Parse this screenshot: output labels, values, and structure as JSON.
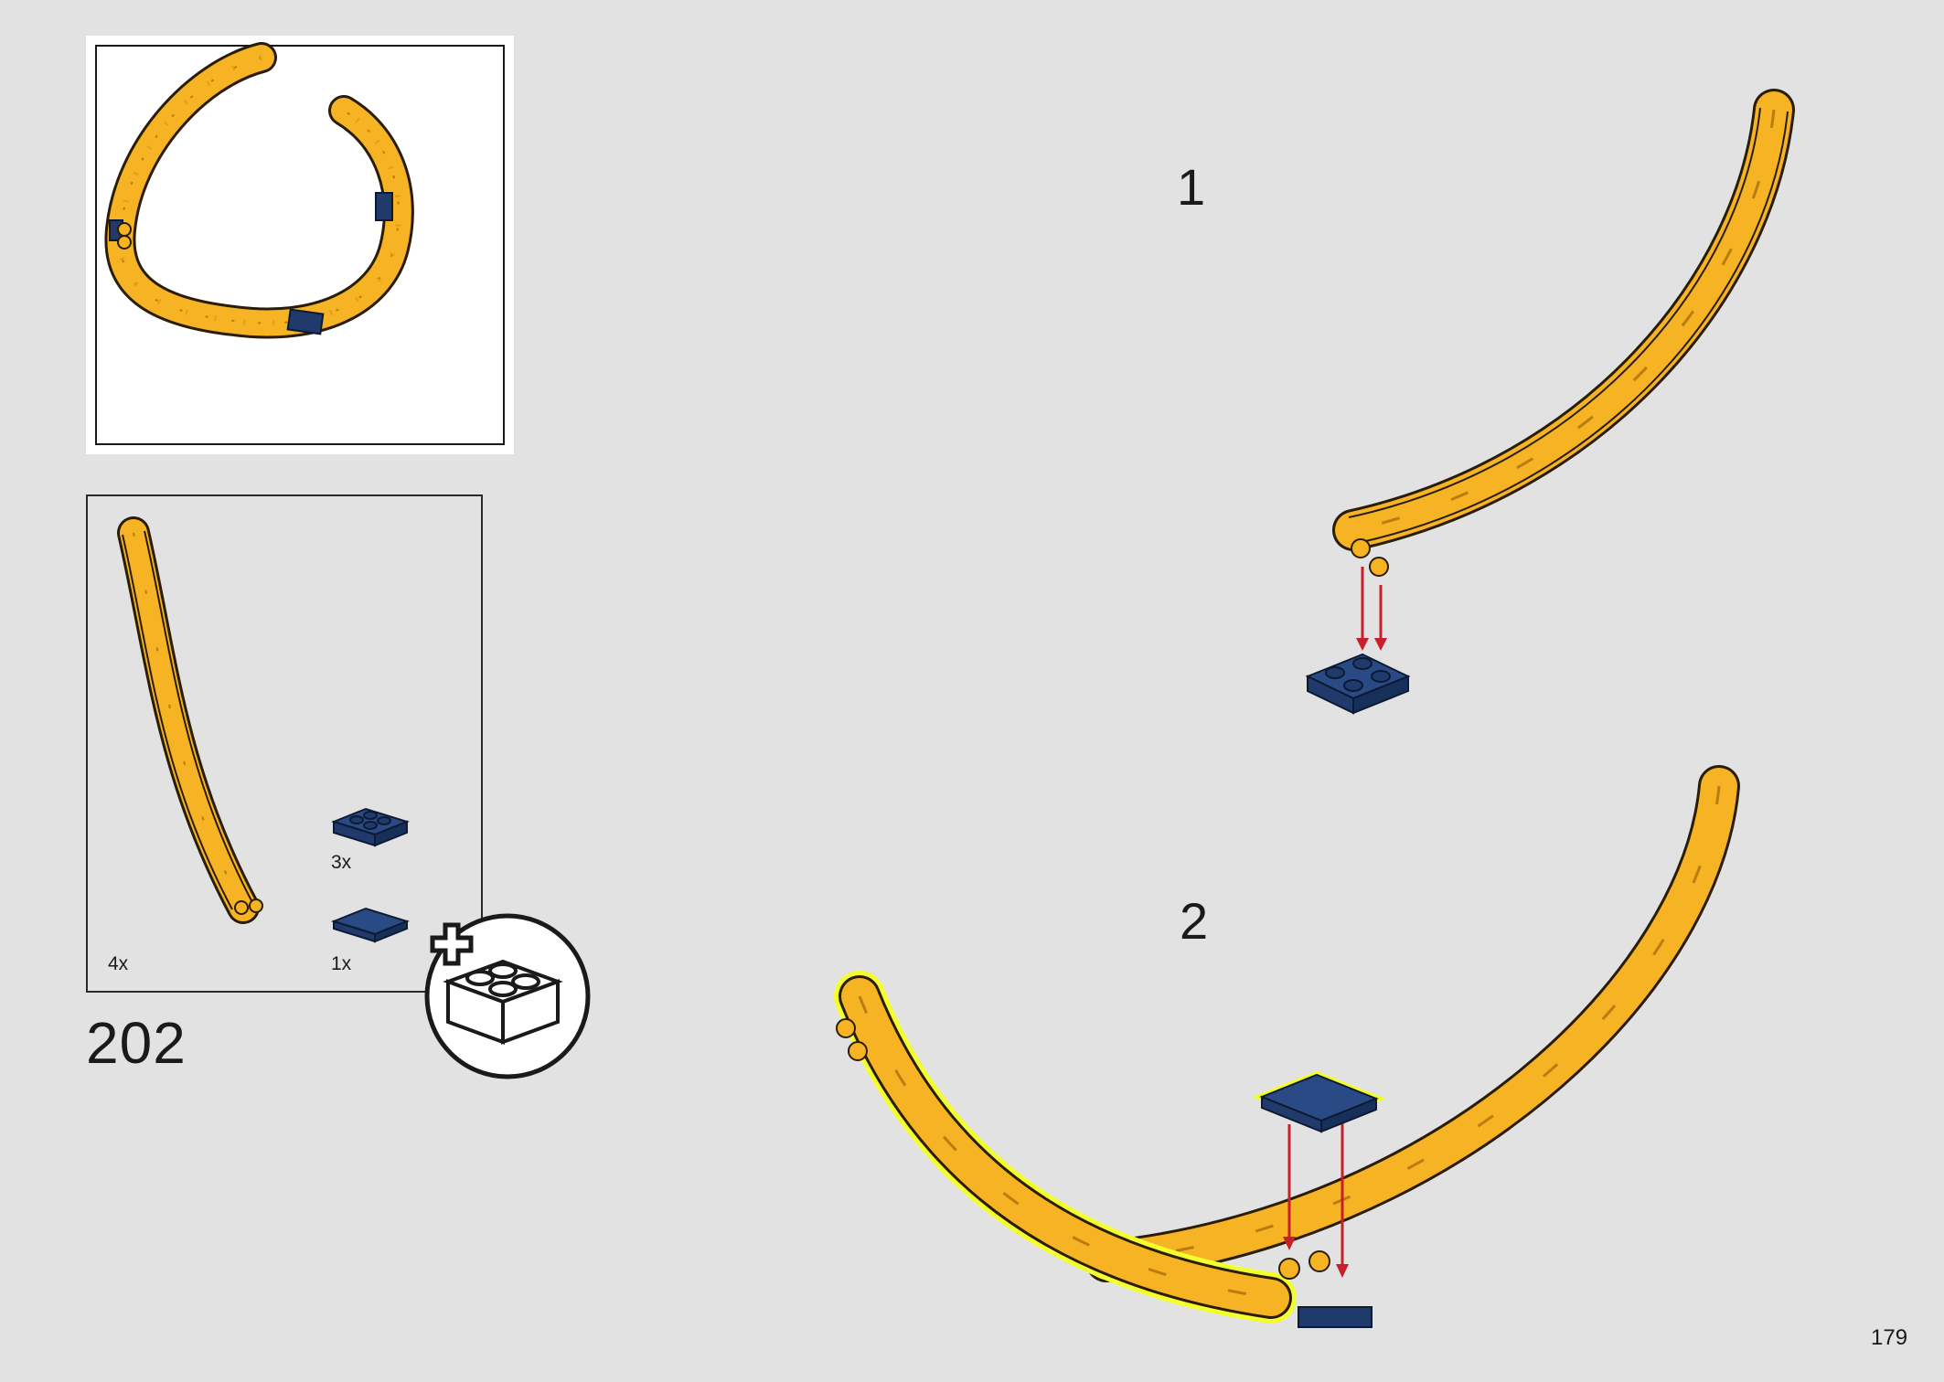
{
  "step_number": "202",
  "sub_steps": [
    "1",
    "2"
  ],
  "parts": [
    {
      "quantity": "4x",
      "name": "yellow-curved-track"
    },
    {
      "quantity": "3x",
      "name": "dark-blue-2x2-plate"
    },
    {
      "quantity": "1x",
      "name": "dark-blue-2x2-tile"
    }
  ],
  "page_number": "179",
  "colors": {
    "background": "#e2e2e2",
    "track_yellow": "#f6b323",
    "track_outline": "#2a1d08",
    "part_blue": "#1f3a6b",
    "arrow_red": "#c8202a",
    "highlight": "#f4ff2e"
  }
}
